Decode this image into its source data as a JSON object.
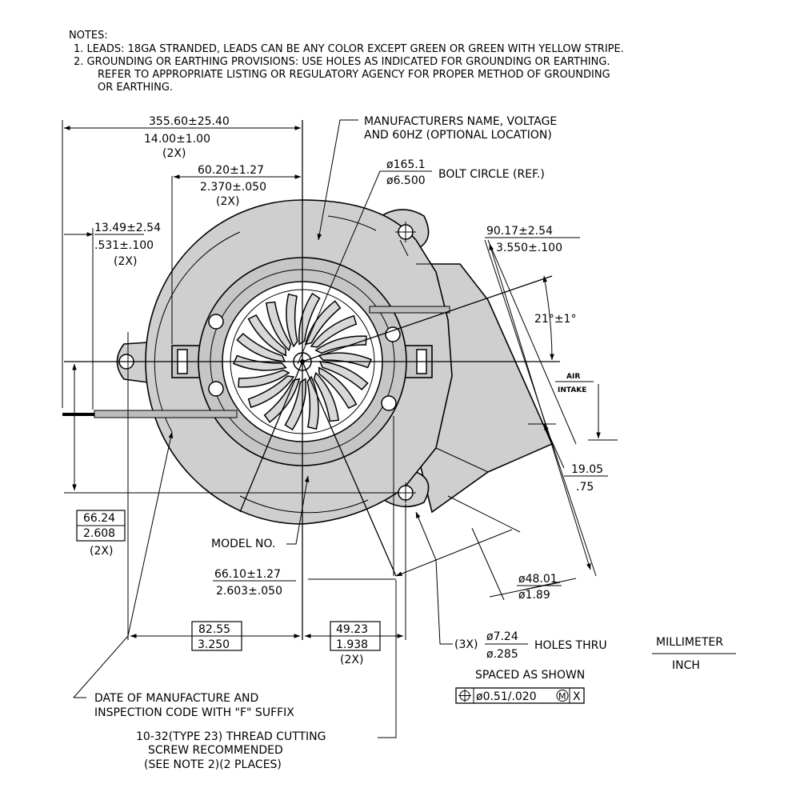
{
  "notes": {
    "header": "NOTES:",
    "line1": "1. LEADS: 18GA STRANDED, LEADS CAN BE ANY COLOR EXCEPT GREEN OR GREEN WITH YELLOW STRIPE.",
    "line2": "2. GROUNDING OR EARTHING PROVISIONS: USE HOLES AS INDICATED FOR GROUNDING OR EARTHING.",
    "line3": "REFER TO APPROPRIATE LISTING OR REGULATORY AGENCY FOR PROPER METHOD OF GROUNDING",
    "line4": "OR EARTHING."
  },
  "dimensions": {
    "lead_length_mm": "355.60±25.40",
    "lead_length_in": "14.00±1.00",
    "lead_length_qty": "(2X)",
    "lead_strip_mm": "60.20±1.27",
    "lead_strip_in": "2.370±.050",
    "lead_strip_qty": "(2X)",
    "lead_offset_mm": "13.49±2.54",
    "lead_offset_in": ".531±.100",
    "lead_offset_qty": "(2X)",
    "bolt_circle_mm": "ø165.1",
    "bolt_circle_in": "ø6.500",
    "bolt_circle_label": "BOLT CIRCLE (REF.)",
    "outlet_mm": "90.17±2.54",
    "outlet_in": "3.550±.100",
    "angle": "21°±1°",
    "outlet_offset_mm": "19.05",
    "outlet_offset_in": ".75",
    "height_mm": "66.24",
    "height_in": "2.608",
    "height_qty": "(2X)",
    "width_mm": "66.10±1.27",
    "width_in": "2.603±.050",
    "outlet_dia_mm": "ø48.01",
    "outlet_dia_in": "ø1.89",
    "center_left_mm": "82.55",
    "center_left_in": "3.250",
    "center_right_mm": "49.23",
    "center_right_in": "1.938",
    "center_right_qty": "(2X)",
    "holes_qty": "(3X)",
    "holes_mm": "ø7.24",
    "holes_in": "ø.285",
    "holes_label": "HOLES THRU",
    "holes_spacing": "SPACED AS SHOWN",
    "position_tolerance": "ø0.51/.020",
    "tolerance_modifier": "M",
    "tolerance_datum": "X"
  },
  "callouts": {
    "manufacturer_line1": "MANUFACTURERS NAME, VOLTAGE",
    "manufacturer_line2": "AND 60HZ (OPTIONAL LOCATION)",
    "air_label": "AIR",
    "intake_label": "INTAKE",
    "model_no": "MODEL NO.",
    "date_line1": "DATE OF MANUFACTURE AND",
    "date_line2": "INSPECTION CODE WITH \"F\" SUFFIX",
    "screw_line1": "10-32(TYPE 23) THREAD CUTTING",
    "screw_line2": "SCREW RECOMMENDED",
    "screw_line3": "(SEE NOTE 2)(2 PLACES)"
  },
  "units_legend": {
    "top": "MILLIMETER",
    "bottom": "INCH"
  }
}
